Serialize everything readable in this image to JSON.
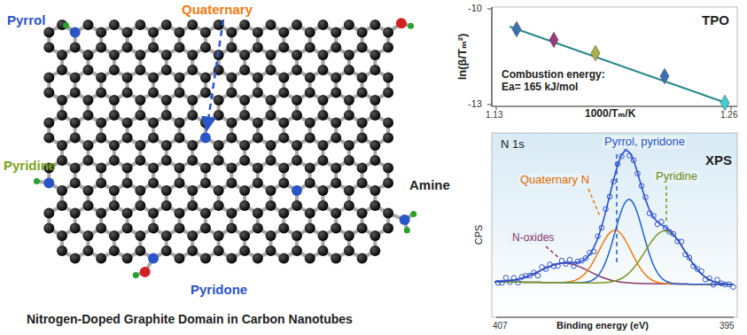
{
  "diagram": {
    "caption": "Nitrogen-Doped Graphite Domain in Carbon Nanotubes",
    "labels": [
      "Pyrrol",
      "Quaternary",
      "Pyridine",
      "Amine",
      "Pyridone",
      "TPO",
      "-10",
      "-13",
      "1.13",
      "1.26",
      "ln(β/Tₘ²)",
      "1000/Tₘ/K",
      "Combustion energy: Ea= 165 kJ/mol",
      "XPS",
      "N 1s",
      "Pyrrol, pyridone",
      "Quaternary N",
      "Pyridine",
      "N-oxides",
      "CPS",
      "Binding energy (eV)",
      "407",
      "395"
    ]
  }
}
